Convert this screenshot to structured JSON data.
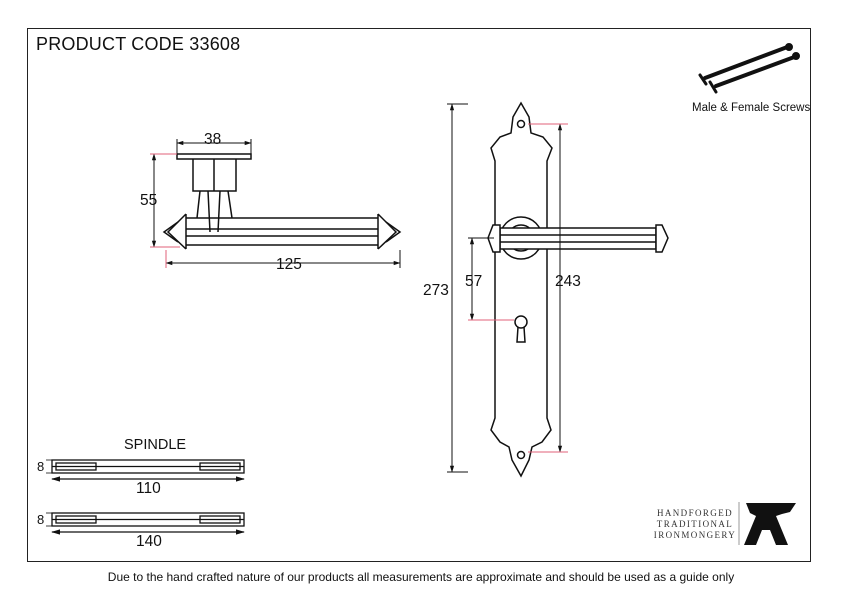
{
  "header": {
    "product_code": "PRODUCT CODE 33608"
  },
  "screws": {
    "label": "Male & Female Screws"
  },
  "lever": {
    "dim_width": "38",
    "dim_height": "55",
    "dim_length": "125"
  },
  "backplate": {
    "dim_total": "273",
    "dim_centres": "243",
    "dim_handle_to_keyhole": "57"
  },
  "spindles": {
    "title": "SPINDLE",
    "items": [
      {
        "thickness": "8",
        "length": "110"
      },
      {
        "thickness": "8",
        "length": "140"
      }
    ]
  },
  "brand": {
    "line1": "HANDFORGED",
    "line2": "TRADITIONAL",
    "line3": "IRONMONGERY"
  },
  "footer": {
    "disclaimer": "Due to the hand crafted nature of our products all measurements are approximate and should be used as a guide only"
  },
  "colors": {
    "ink": "#111111",
    "guide": "#e0607a",
    "frame": "#222222"
  }
}
